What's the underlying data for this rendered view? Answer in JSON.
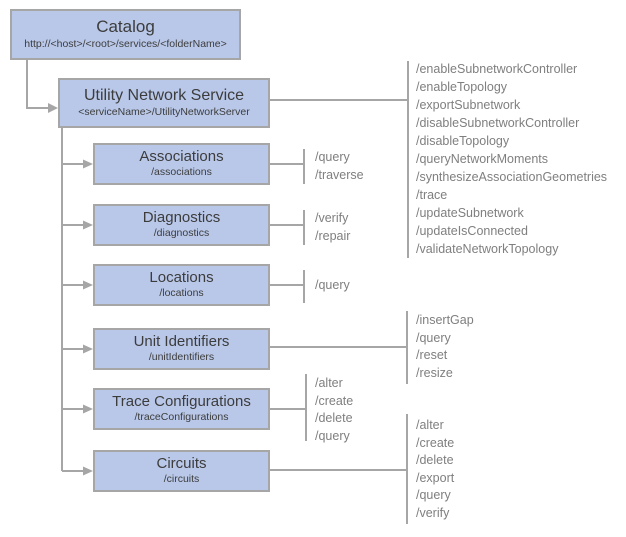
{
  "diagram": {
    "kind": "service-hierarchy",
    "colors": {
      "box_fill": "#b9c8e9",
      "box_border": "#a6a6a6",
      "connector": "#a6a6a6",
      "box_text": "#3c3c3c",
      "operation_text": "#7f7f7f"
    },
    "nodes": {
      "catalog": {
        "title": "Catalog",
        "subtitle": "http://<host>/<root>/services/<folderName>"
      },
      "utility_network_service": {
        "title": "Utility Network Service",
        "subtitle": "<serviceName>/UtilityNetworkServer",
        "operations": [
          "/enableSubnetworkController",
          "/enableTopology",
          "/exportSubnetwork",
          "/disableSubnetworkController",
          "/disableTopology",
          "/queryNetworkMoments",
          "/synthesizeAssociationGeometries",
          "/trace",
          "/updateSubnetwork",
          "/updateIsConnected",
          "/validateNetworkTopology"
        ]
      },
      "associations": {
        "title": "Associations",
        "subtitle": "/associations",
        "operations": [
          "/query",
          "/traverse"
        ]
      },
      "diagnostics": {
        "title": "Diagnostics",
        "subtitle": "/diagnostics",
        "operations": [
          "/verify",
          "/repair"
        ]
      },
      "locations": {
        "title": "Locations",
        "subtitle": "/locations",
        "operations": [
          "/query"
        ]
      },
      "unit_identifiers": {
        "title": "Unit Identifiers",
        "subtitle": "/unitIdentifiers",
        "operations": [
          "/insertGap",
          "/query",
          "/reset",
          "/resize"
        ]
      },
      "trace_configurations": {
        "title": "Trace Configurations",
        "subtitle": "/traceConfigurations",
        "operations": [
          "/alter",
          "/create",
          "/delete",
          "/query"
        ]
      },
      "circuits": {
        "title": "Circuits",
        "subtitle": "/circuits",
        "operations": [
          "/alter",
          "/create",
          "/delete",
          "/export",
          "/query",
          "/verify"
        ]
      }
    }
  }
}
